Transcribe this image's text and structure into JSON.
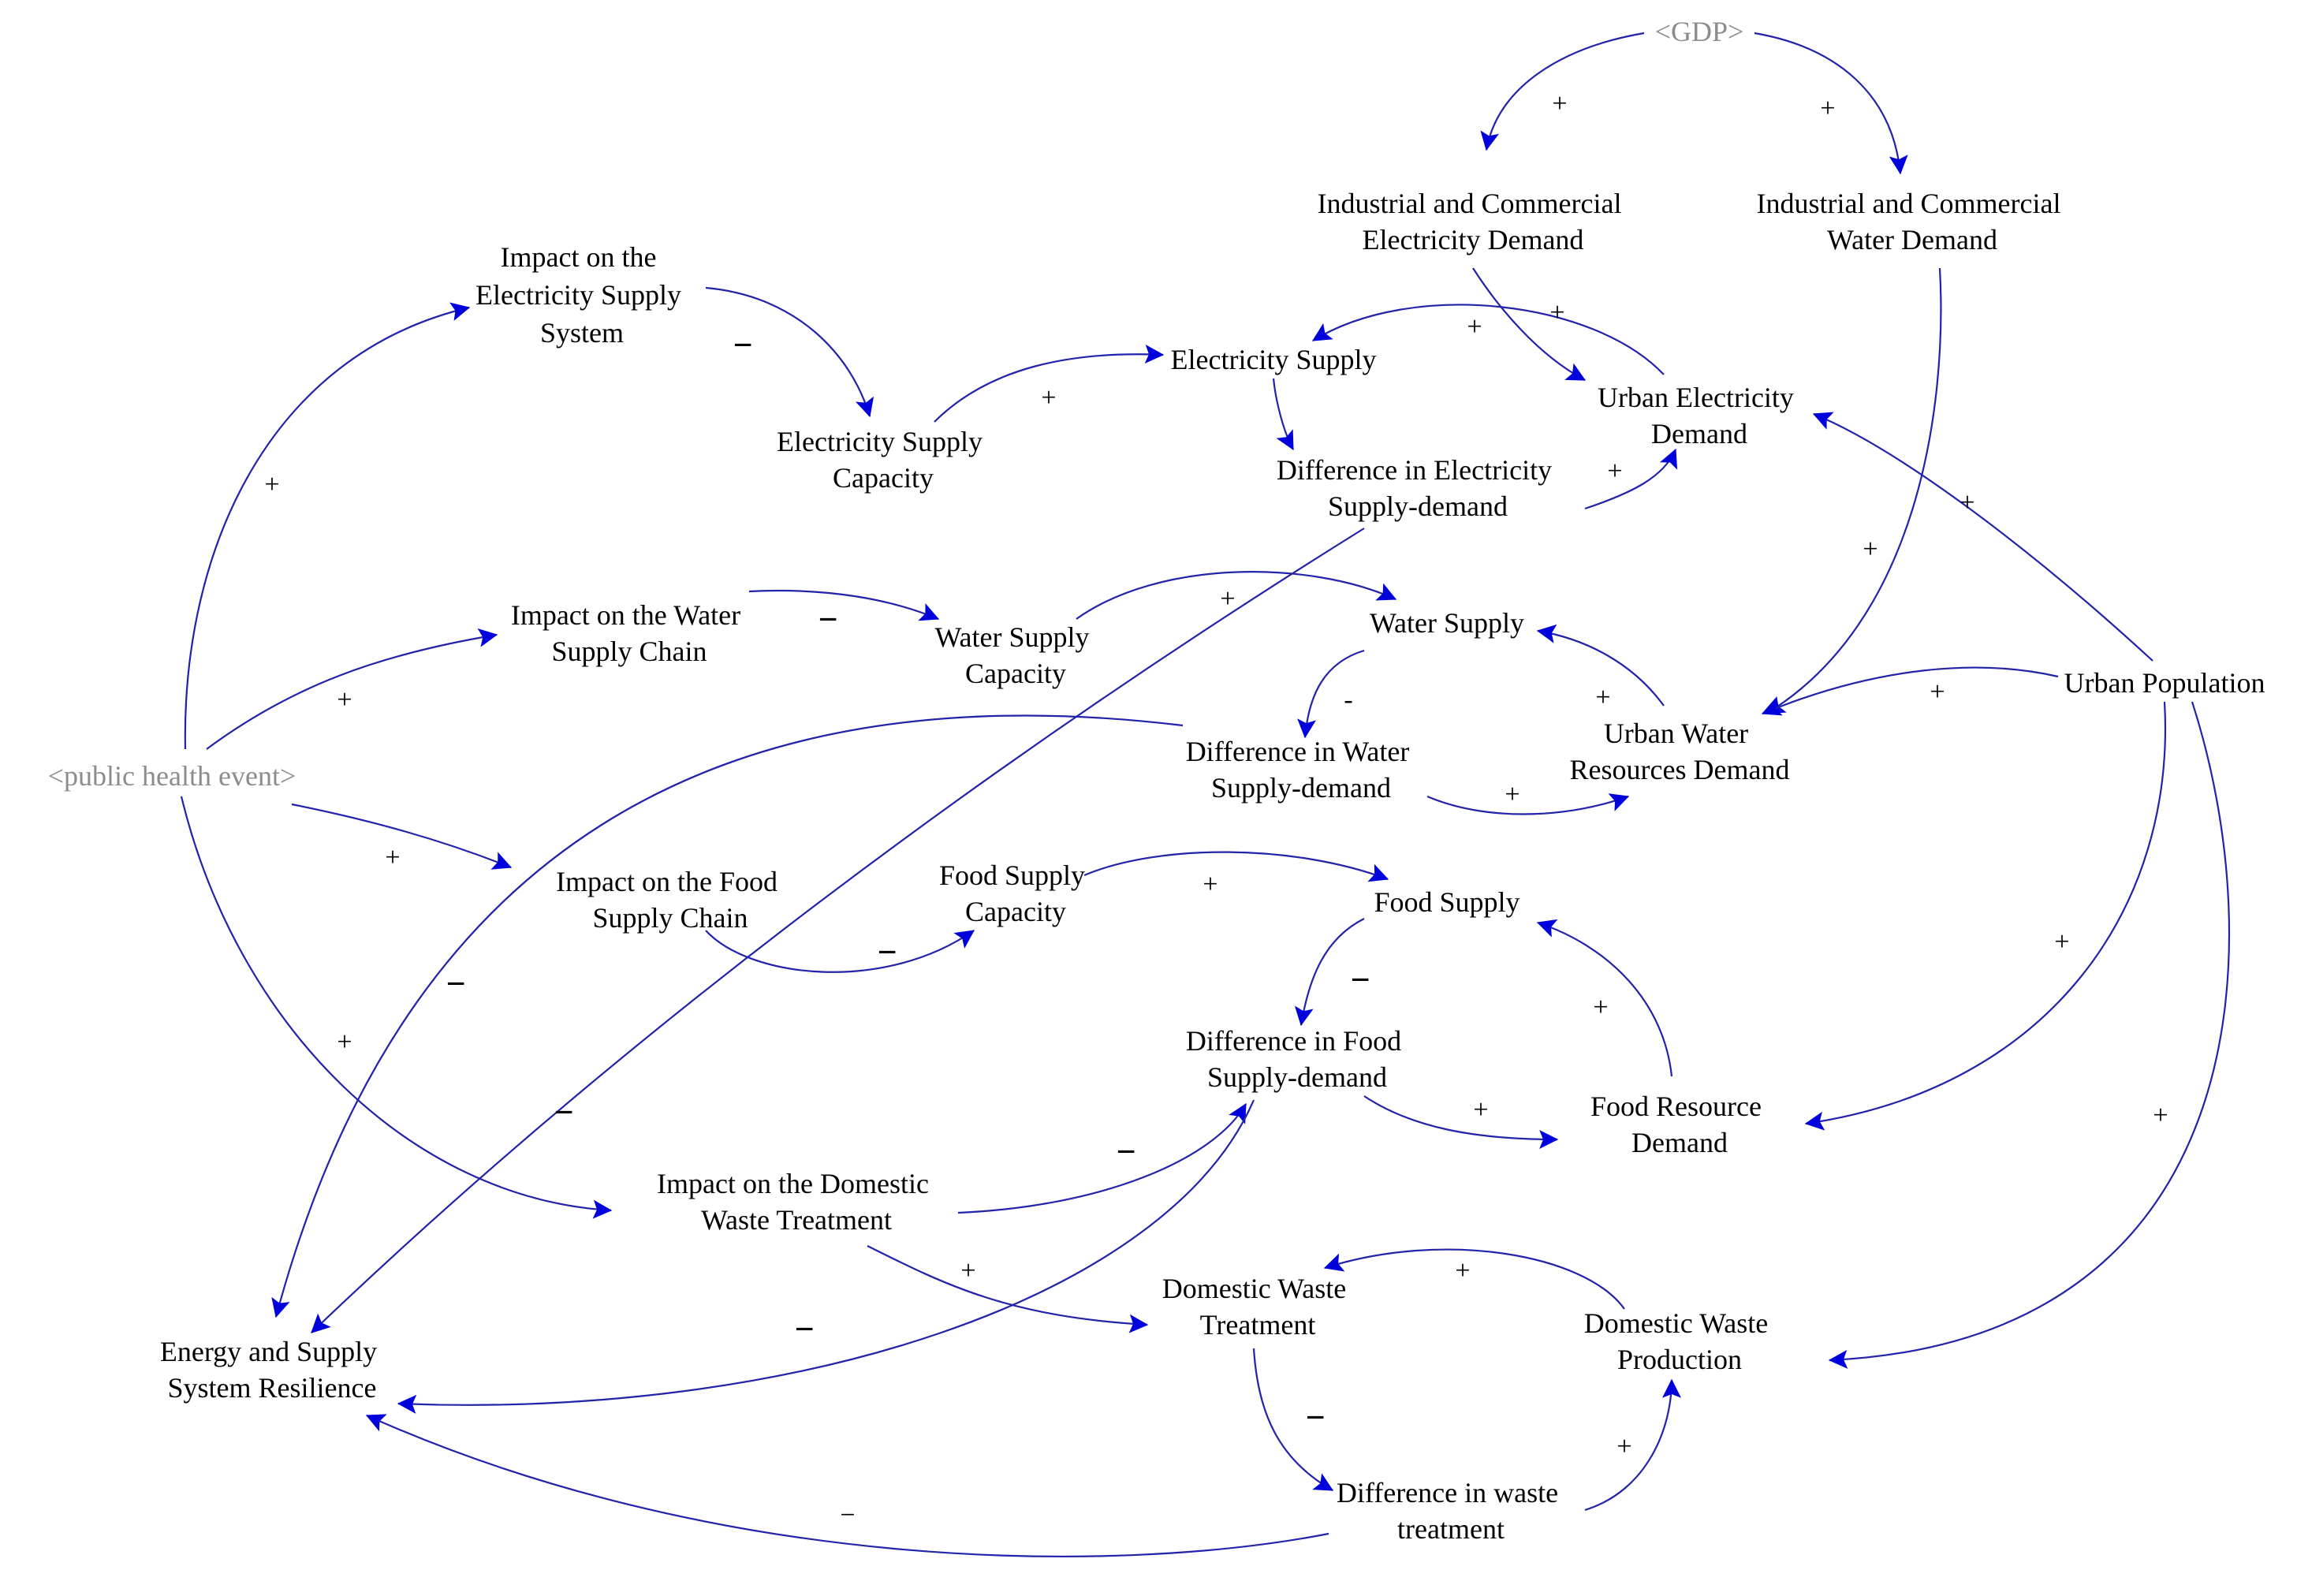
{
  "colors": {
    "arrow": "#0000dd",
    "line": "#2222aa",
    "text": "#000000",
    "shadow_text": "#8c8c8c",
    "background": "#ffffff"
  },
  "nodes": {
    "gdp": {
      "lines": [
        "<GDP>"
      ]
    },
    "ic_elec_demand": {
      "lines": [
        "Industrial and Commercial",
        "Electricity Demand"
      ]
    },
    "ic_water_demand": {
      "lines": [
        "Industrial and Commercial",
        "Water Demand"
      ]
    },
    "impact_elec": {
      "lines": [
        "Impact on the",
        "Electricity Supply",
        "System"
      ]
    },
    "elec_supply": {
      "lines": [
        "Electricity Supply"
      ]
    },
    "urban_elec_demand": {
      "lines": [
        "Urban Electricity",
        "Demand"
      ]
    },
    "elec_capacity": {
      "lines": [
        "Electricity Supply",
        "Capacity"
      ]
    },
    "diff_elec": {
      "lines": [
        "Difference in Electricity",
        "Supply-demand"
      ]
    },
    "impact_water": {
      "lines": [
        "Impact on the Water",
        "Supply Chain"
      ]
    },
    "water_capacity": {
      "lines": [
        "Water Supply",
        "Capacity"
      ]
    },
    "water_supply": {
      "lines": [
        "Water Supply"
      ]
    },
    "urban_population": {
      "lines": [
        "Urban Population"
      ]
    },
    "public_health": {
      "lines": [
        "<public health event>"
      ]
    },
    "diff_water": {
      "lines": [
        "Difference in Water",
        "Supply-demand"
      ]
    },
    "urban_water_demand": {
      "lines": [
        "Urban Water",
        "Resources Demand"
      ]
    },
    "impact_food": {
      "lines": [
        "Impact on the Food",
        "Supply Chain"
      ]
    },
    "food_capacity": {
      "lines": [
        "Food Supply",
        "Capacity"
      ]
    },
    "food_supply": {
      "lines": [
        "Food Supply"
      ]
    },
    "diff_food": {
      "lines": [
        "Difference in Food",
        "Supply-demand"
      ]
    },
    "food_demand": {
      "lines": [
        "Food Resource",
        "Demand"
      ]
    },
    "impact_waste": {
      "lines": [
        "Impact on the Domestic",
        "Waste Treatment"
      ]
    },
    "waste_treatment": {
      "lines": [
        "Domestic Waste",
        "Treatment"
      ]
    },
    "waste_production": {
      "lines": [
        "Domestic Waste",
        "Production"
      ]
    },
    "resilience": {
      "lines": [
        "Energy and Supply",
        "System Resilience"
      ]
    },
    "diff_waste": {
      "lines": [
        "Difference in waste",
        "treatment"
      ]
    }
  },
  "links": [
    {
      "id": "gdp-to-ic-elec",
      "polarity": "+"
    },
    {
      "id": "gdp-to-ic-water",
      "polarity": "+"
    },
    {
      "id": "ic-elec-to-urban-elec",
      "polarity": "+"
    },
    {
      "id": "ic-water-to-urban-water",
      "polarity": "+"
    },
    {
      "id": "impact-elec-to-capacity",
      "polarity": "−"
    },
    {
      "id": "elec-capacity-to-supply",
      "polarity": "+"
    },
    {
      "id": "elec-supply-to-diff",
      "polarity": ""
    },
    {
      "id": "urban-elec-to-elec-supply",
      "polarity": "+"
    },
    {
      "id": "diff-elec-to-urban-elec",
      "polarity": "+"
    },
    {
      "id": "population-to-urban-elec",
      "polarity": "+"
    },
    {
      "id": "public-health-to-impact-elec",
      "polarity": "+"
    },
    {
      "id": "public-health-to-impact-water",
      "polarity": "+"
    },
    {
      "id": "impact-water-to-capacity",
      "polarity": "−"
    },
    {
      "id": "water-capacity-to-supply",
      "polarity": "+"
    },
    {
      "id": "water-supply-to-diff",
      "polarity": "-"
    },
    {
      "id": "urban-water-to-water-supply",
      "polarity": "+"
    },
    {
      "id": "diff-water-to-urban-water",
      "polarity": "+"
    },
    {
      "id": "population-to-urban-water",
      "polarity": "+"
    },
    {
      "id": "public-health-to-impact-food",
      "polarity": "+"
    },
    {
      "id": "impact-food-to-capacity",
      "polarity": "−"
    },
    {
      "id": "food-capacity-to-supply",
      "polarity": "+"
    },
    {
      "id": "food-supply-to-diff",
      "polarity": "−"
    },
    {
      "id": "food-demand-to-food-supply",
      "polarity": "+"
    },
    {
      "id": "diff-food-to-food-demand",
      "polarity": "+"
    },
    {
      "id": "population-to-food-demand",
      "polarity": "+"
    },
    {
      "id": "public-health-to-impact-waste",
      "polarity": "+"
    },
    {
      "id": "impact-waste-to-diff-food",
      "polarity": "−"
    },
    {
      "id": "impact-waste-to-waste-treatment",
      "polarity": "+"
    },
    {
      "id": "waste-production-to-treatment",
      "polarity": "+"
    },
    {
      "id": "population-to-waste-production",
      "polarity": "+"
    },
    {
      "id": "waste-treatment-to-diff",
      "polarity": "−"
    },
    {
      "id": "diff-waste-to-production",
      "polarity": "+"
    },
    {
      "id": "diff-water-to-resilience",
      "polarity": "−"
    },
    {
      "id": "diff-elec-to-resilience",
      "polarity": "−"
    },
    {
      "id": "diff-food-to-resilience",
      "polarity": "−"
    },
    {
      "id": "diff-waste-to-resilience",
      "polarity": "−"
    }
  ]
}
